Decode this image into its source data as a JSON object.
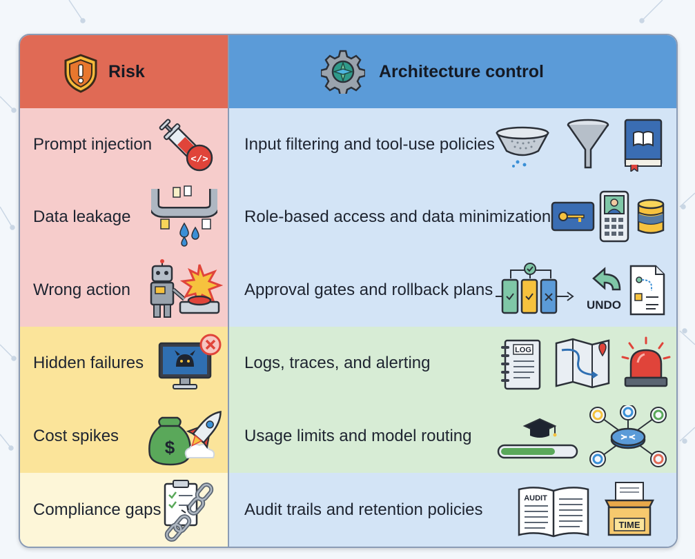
{
  "header": {
    "risk_label": "Risk",
    "control_label": "Architecture control",
    "risk_icon": "warning-shield-icon",
    "control_icon": "gear-icon"
  },
  "colors": {
    "header_risk": "#e06a55",
    "header_control": "#5b9bd8",
    "risk_red": "#f6cccb",
    "risk_yellow": "#fbe49a",
    "risk_pale": "#fdf6d8",
    "control_blue": "#d3e4f6",
    "control_green": "#d7ecd5"
  },
  "rows": [
    {
      "risk": "Prompt injection",
      "control": "Input filtering and tool-use policies",
      "risk_icon": "syringe-code-icon",
      "control_icons": [
        "sieve-icon",
        "funnel-icon",
        "policy-book-icon"
      ]
    },
    {
      "risk": "Data leakage",
      "control": "Role-based access and data minimization",
      "risk_icon": "leaking-pipe-icon",
      "control_icons": [
        "key-card-icon",
        "id-badge-icon",
        "database-icon"
      ]
    },
    {
      "risk": "Wrong action",
      "control": "Approval gates and rollback plans",
      "risk_icon": "robot-button-icon",
      "control_icons": [
        "approval-gates-icon",
        "undo-icon",
        "rollback-plan-icon"
      ],
      "undo_label": "UNDO"
    },
    {
      "risk": "Hidden failures",
      "control": "Logs, traces, and alerting",
      "risk_icon": "monitor-bug-icon",
      "control_icons": [
        "log-notebook-icon",
        "trace-map-icon",
        "alert-siren-icon"
      ],
      "log_label": "LOG"
    },
    {
      "risk": "Cost spikes",
      "control": "Usage limits and model routing",
      "risk_icon": "money-rocket-icon",
      "control_icons": [
        "usage-limit-bar-icon",
        "model-router-icon"
      ]
    },
    {
      "risk": "Compliance gaps",
      "control": "Audit trails and retention policies",
      "risk_icon": "broken-chain-checklist-icon",
      "control_icons": [
        "audit-book-icon",
        "time-box-icon"
      ],
      "audit_label": "AUDIT",
      "time_label": "TIME"
    }
  ]
}
